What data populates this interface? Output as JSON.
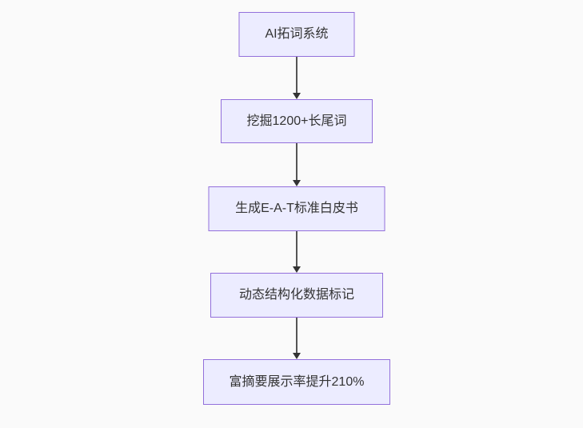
{
  "diagram": {
    "type": "flowchart",
    "direction": "top-down",
    "nodes": [
      {
        "id": "step-1",
        "label": "AI拓词系统"
      },
      {
        "id": "step-2",
        "label": "挖掘1200+长尾词"
      },
      {
        "id": "step-3",
        "label": "生成E-A-T标准白皮书"
      },
      {
        "id": "step-4",
        "label": "动态结构化数据标记"
      },
      {
        "id": "step-5",
        "label": "富摘要展示率提升210%"
      }
    ],
    "edges": [
      {
        "from": "step-1",
        "to": "step-2"
      },
      {
        "from": "step-2",
        "to": "step-3"
      },
      {
        "from": "step-3",
        "to": "step-4"
      },
      {
        "from": "step-4",
        "to": "step-5"
      }
    ],
    "colors": {
      "node_fill": "#ECECFF",
      "node_border": "#9370DB",
      "edge_line": "#555555",
      "arrowhead": "#333333",
      "text": "#333333",
      "background": "#fafafa"
    }
  }
}
